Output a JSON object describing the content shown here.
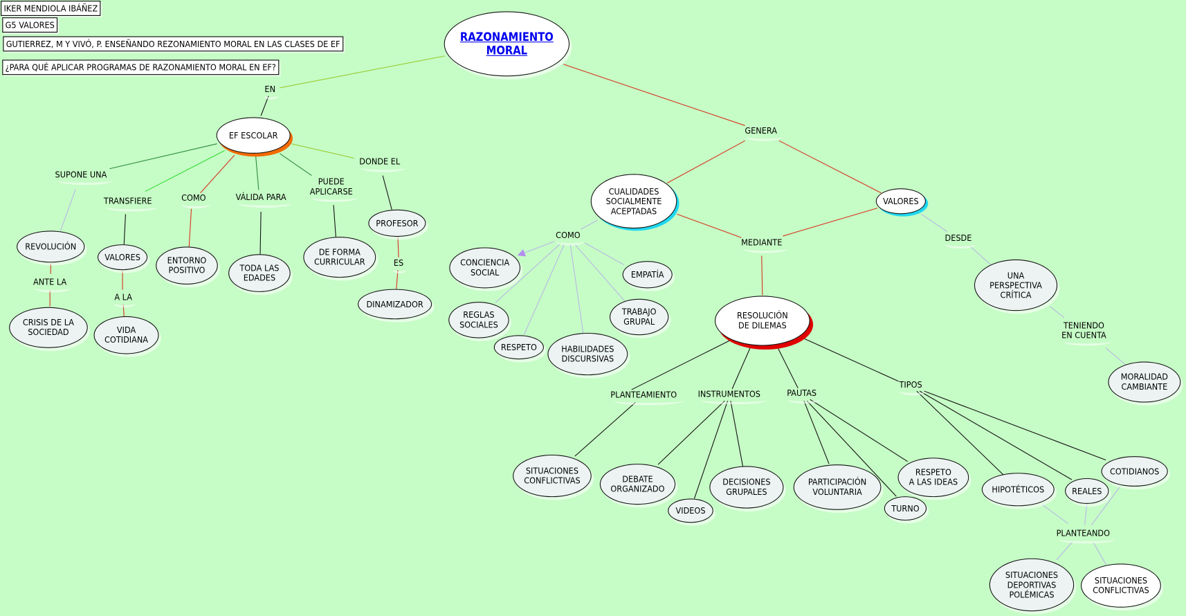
{
  "header_boxes": [
    "IKER MENDIOLA IBÁÑEZ",
    "G5 VALORES",
    "GUTIERREZ, M Y VIVÓ, P. ENSEÑANDO REZONAMIENTO MORAL EN LAS CLASES DE EF",
    "¿PARA QUÉ APLICAR PROGRAMAS DE RAZONAMIENTO MORAL EN EF?"
  ],
  "title": "RAZONAMIENTO\nMORAL",
  "concepts": {
    "ef_escolar": "EF ESCOLAR",
    "revolucion": "REVOLUCIÓN",
    "valores_1": "VALORES",
    "entorno": "ENTORNO\nPOSITIVO",
    "toda_edades": "TODA LAS\nEDADES",
    "forma_curricular": "DE FORMA\nCURRICULAR",
    "profesor": "PROFESOR",
    "dinamizador": "DINAMIZADOR",
    "crisis": "CRISIS DE LA\nSOCIEDAD",
    "vida": "VIDA\nCOTIDIANA",
    "cualidades": "CUALIDADES\nSOCIALMENTE\nACEPTADAS",
    "valores_2": "VALORES",
    "conciencia": "CONCIENCIA\nSOCIAL",
    "empatia": "EMPATÍA",
    "reglas": "REGLAS\nSOCIALES",
    "trabajo": "TRABAJO\nGRUPAL",
    "respeto": "RESPETO",
    "habilidades": "HABILIDADES\nDISCURSIVAS",
    "perspectiva": "UNA\nPERSPECTIVA\nCRÍTICA",
    "moralidad": "MORALIDAD\nCAMBIANTE",
    "resolucion": "RESOLUCIÓN\nDE DILEMAS",
    "sit_conf_1": "SITUACIONES\nCONFLICTIVAS",
    "debate": "DEBATE\nORGANIZADO",
    "videos": "VIDEOS",
    "decisiones": "DECISIONES\nGRUPALES",
    "participacion": "PARTICIPACIÓN\nVOLUNTARIA",
    "turno": "TURNO",
    "respeto_ideas": "RESPETO\nA LAS IDEAS",
    "hipoteticos": "HIPOTÉTICOS",
    "reales": "REALES",
    "cotidianos": "COTIDIANOS",
    "sit_deportivas": "SITUACIONES\nDEPORTIVAS\nPOLÉMICAS",
    "sit_conf_2": "SITUACIONES\nCONFLICTIVAS"
  },
  "link_labels": {
    "en": "EN",
    "supone": "SUPONE UNA",
    "transfiere": "TRANSFIERE",
    "como_1": "COMO",
    "valida": "VÁLIDA PARA",
    "puede": "PUEDE\nAPLICARSE",
    "donde": "DONDE EL",
    "ante": "ANTE LA",
    "ala": "A LA",
    "es": "ES",
    "genera": "GENERA",
    "como_2": "COMO",
    "mediante": "MEDIANTE",
    "desde": "DESDE",
    "teniendo": "TENIENDO\nEN CUENTA",
    "planteamiento": "PLANTEAMIENTO",
    "instrumentos": "INSTRUMENTOS",
    "pautas": "PAUTAS",
    "tipos": "TIPOS",
    "planteando": "PLANTEANDO"
  }
}
